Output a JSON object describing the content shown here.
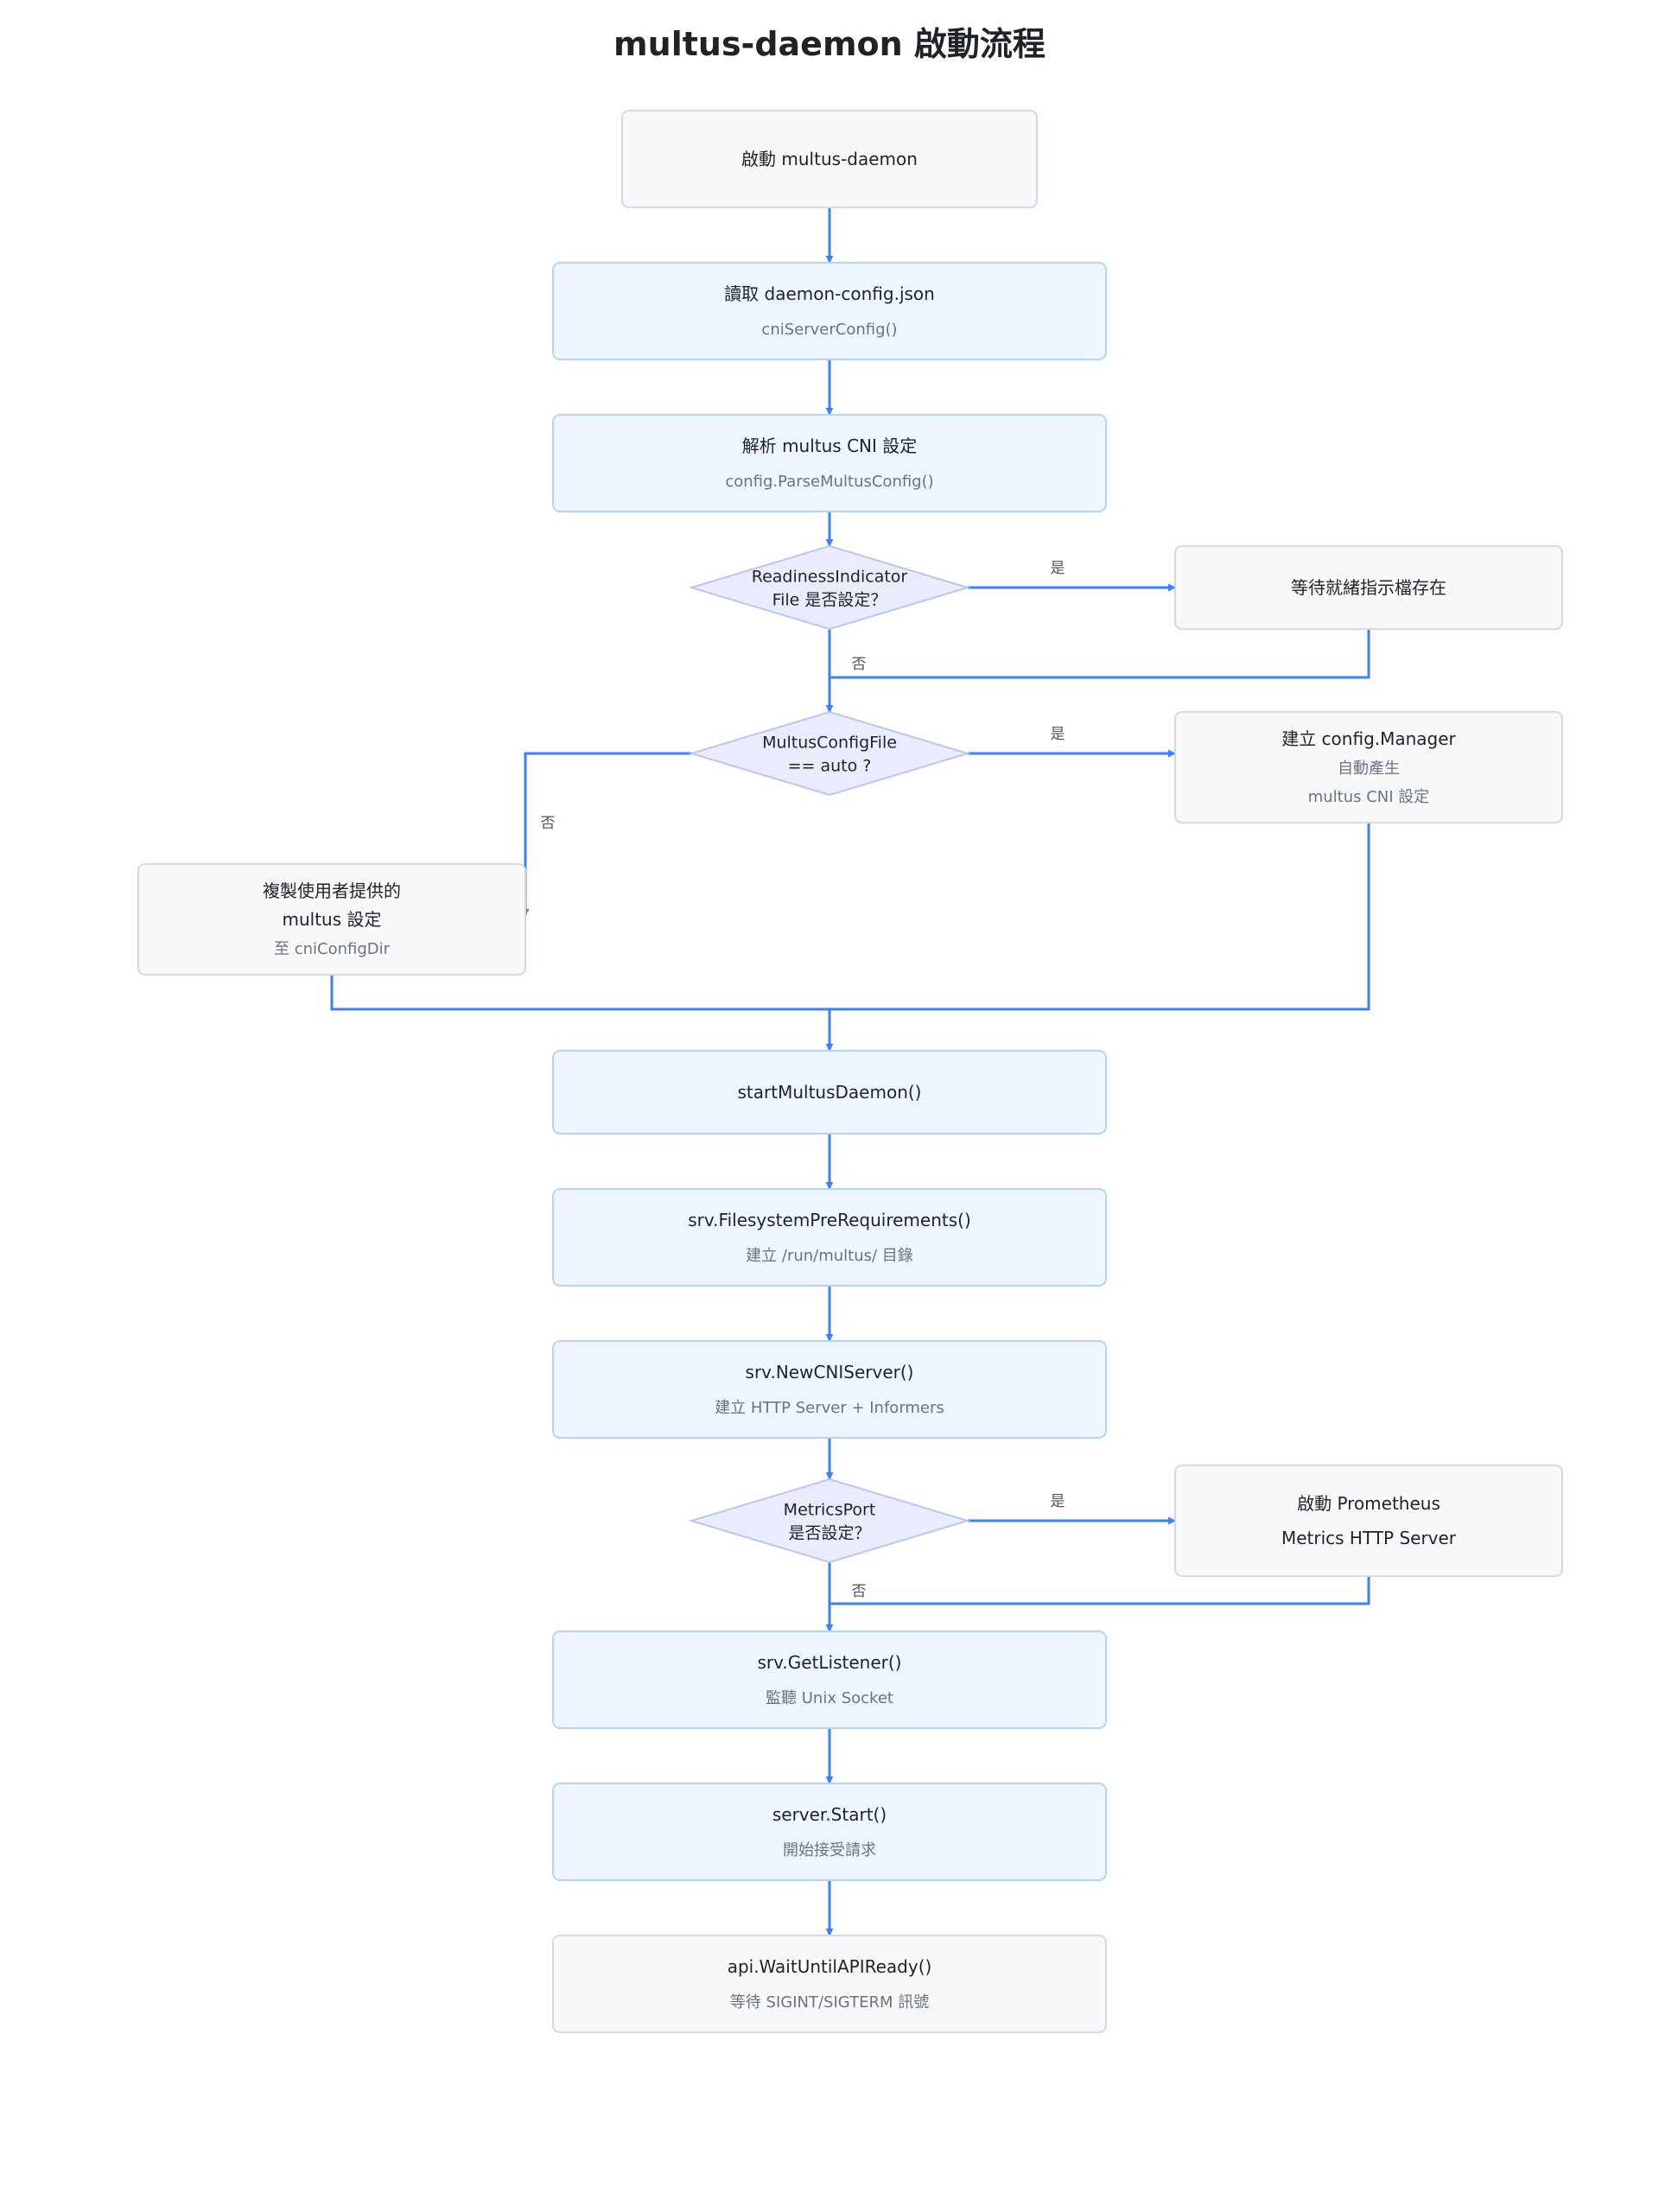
{
  "title": "multus-daemon 啟動流程",
  "colors": {
    "edge": "#3b82f6",
    "gray_fill": "#f7f8fa",
    "gray_stroke": "#d5d8de",
    "blue_fill": "#eef5ff",
    "blue_stroke": "#b5d3f3",
    "diamond_fill": "#e8ecfc",
    "diamond_stroke": "#bcc6f2"
  },
  "nodes": {
    "start": {
      "lines": [
        "啟動 multus-daemon"
      ]
    },
    "read_config": {
      "lines": [
        "讀取 daemon-config.json",
        "cniServerConfig()"
      ]
    },
    "parse_config": {
      "lines": [
        "解析 multus CNI 設定",
        "config.ParseMultusConfig()"
      ]
    },
    "readiness_check": {
      "lines": [
        "ReadinessIndicator",
        "File 是否設定？"
      ]
    },
    "wait_readiness": {
      "lines": [
        "等待就緒指示檔存在"
      ]
    },
    "auto_check": {
      "lines": [
        "MultusConfigFile",
        "== auto ?"
      ]
    },
    "config_manager": {
      "lines": [
        "建立 config.Manager",
        "自動產生",
        "multus CNI 設定"
      ]
    },
    "copy_config": {
      "lines": [
        "複製使用者提供的",
        "multus 設定",
        "至 cniConfigDir"
      ]
    },
    "start_daemon": {
      "lines": [
        "startMultusDaemon()"
      ]
    },
    "fs_prereq": {
      "lines": [
        "srv.FilesystemPreRequirements()",
        "建立 /run/multus/ 目錄"
      ]
    },
    "new_cni_server": {
      "lines": [
        "srv.NewCNIServer()",
        "建立 HTTP Server + Informers"
      ]
    },
    "metrics_check": {
      "lines": [
        "MetricsPort",
        "是否設定？"
      ]
    },
    "prometheus": {
      "lines": [
        "啟動 Prometheus",
        "Metrics HTTP Server"
      ]
    },
    "get_listener": {
      "lines": [
        "srv.GetListener()",
        "監聽 Unix Socket"
      ]
    },
    "server_start": {
      "lines": [
        "server.Start()",
        "開始接受請求"
      ]
    },
    "wait_api": {
      "lines": [
        "api.WaitUntilAPIReady()",
        "等待 SIGINT/SIGTERM 訊號"
      ]
    }
  },
  "edge_labels": {
    "yes": "是",
    "no": "否"
  }
}
